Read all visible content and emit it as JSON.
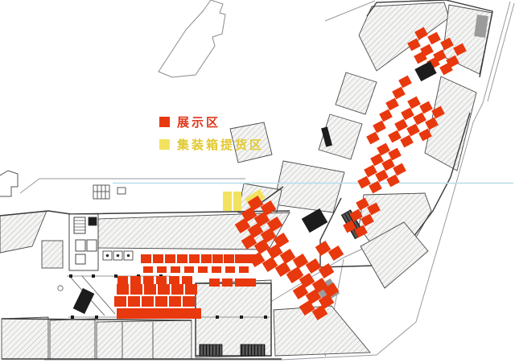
{
  "legend": {
    "items": [
      {
        "id": "exhibition",
        "label": "展示区",
        "color": "#e8380d",
        "text_color": "#e03418"
      },
      {
        "id": "container_pickup",
        "label": "集装箱提货区",
        "color": "#f2e25e",
        "text_color": "#e2c92f"
      }
    ]
  },
  "markers": {
    "exhibition": {
      "color": "#e8380d",
      "rects": [
        [
          517,
          36,
          13,
          11,
          -28
        ],
        [
          533,
          42,
          13,
          11,
          -28
        ],
        [
          549,
          49,
          13,
          11,
          -28
        ],
        [
          565,
          56,
          13,
          11,
          -28
        ],
        [
          508,
          50,
          13,
          11,
          -28
        ],
        [
          524,
          57,
          13,
          11,
          -28
        ],
        [
          540,
          64,
          13,
          11,
          -28
        ],
        [
          556,
          71,
          13,
          11,
          -28
        ],
        [
          516,
          66,
          13,
          11,
          -28
        ],
        [
          532,
          73,
          13,
          11,
          -28
        ],
        [
          548,
          80,
          13,
          11,
          -28
        ],
        [
          497,
          96,
          13,
          11,
          -28
        ],
        [
          489,
          110,
          13,
          11,
          -28
        ],
        [
          481,
          124,
          13,
          11,
          -28
        ],
        [
          473,
          138,
          13,
          11,
          -28
        ],
        [
          465,
          152,
          13,
          11,
          -28
        ],
        [
          457,
          166,
          13,
          11,
          -28
        ],
        [
          508,
          122,
          13,
          11,
          -28
        ],
        [
          500,
          136,
          13,
          11,
          -28
        ],
        [
          492,
          150,
          13,
          11,
          -28
        ],
        [
          484,
          164,
          13,
          11,
          -28
        ],
        [
          523,
          128,
          13,
          11,
          -28
        ],
        [
          515,
          142,
          13,
          11,
          -28
        ],
        [
          507,
          156,
          13,
          11,
          -28
        ],
        [
          499,
          170,
          13,
          11,
          -28
        ],
        [
          538,
          134,
          13,
          11,
          -28
        ],
        [
          530,
          148,
          13,
          11,
          -28
        ],
        [
          522,
          162,
          13,
          11,
          -28
        ],
        [
          470,
          180,
          13,
          11,
          -28
        ],
        [
          484,
          186,
          13,
          11,
          -28
        ],
        [
          462,
          193,
          13,
          11,
          -28
        ],
        [
          476,
          199,
          13,
          11,
          -28
        ],
        [
          490,
          205,
          13,
          11,
          -28
        ],
        [
          454,
          207,
          13,
          11,
          -28
        ],
        [
          468,
          213,
          13,
          11,
          -28
        ],
        [
          482,
          219,
          13,
          11,
          -28
        ],
        [
          446,
          221,
          13,
          11,
          -28
        ],
        [
          460,
          227,
          13,
          11,
          -28
        ],
        [
          444,
          248,
          13,
          11,
          -28
        ],
        [
          458,
          254,
          13,
          11,
          -28
        ],
        [
          436,
          262,
          13,
          11,
          -28
        ],
        [
          450,
          268,
          13,
          11,
          -28
        ],
        [
          428,
          276,
          13,
          11,
          -28
        ],
        [
          442,
          282,
          13,
          11,
          -28
        ],
        [
          310,
          246,
          15,
          13,
          -32
        ],
        [
          326,
          252,
          15,
          13,
          -32
        ],
        [
          302,
          260,
          15,
          13,
          -32
        ],
        [
          318,
          266,
          15,
          13,
          -32
        ],
        [
          334,
          272,
          15,
          13,
          -32
        ],
        [
          294,
          274,
          15,
          13,
          -32
        ],
        [
          310,
          280,
          15,
          13,
          -32
        ],
        [
          326,
          286,
          15,
          13,
          -32
        ],
        [
          342,
          292,
          15,
          13,
          -32
        ],
        [
          302,
          294,
          15,
          13,
          -32
        ],
        [
          318,
          300,
          15,
          13,
          -32
        ],
        [
          334,
          306,
          15,
          13,
          -32
        ],
        [
          350,
          312,
          15,
          13,
          -32
        ],
        [
          312,
          316,
          15,
          13,
          -32
        ],
        [
          328,
          322,
          15,
          13,
          -32
        ],
        [
          344,
          328,
          15,
          13,
          -32
        ],
        [
          360,
          334,
          15,
          13,
          -32
        ],
        [
          366,
          318,
          15,
          13,
          -32
        ],
        [
          382,
          324,
          15,
          13,
          -32
        ],
        [
          398,
          330,
          15,
          13,
          -32
        ],
        [
          358,
          336,
          15,
          13,
          -32
        ],
        [
          374,
          342,
          15,
          13,
          -32
        ],
        [
          390,
          348,
          15,
          13,
          -32
        ],
        [
          404,
          354,
          15,
          13,
          -32
        ],
        [
          366,
          356,
          15,
          13,
          -32
        ],
        [
          382,
          362,
          15,
          13,
          -32
        ],
        [
          398,
          368,
          15,
          13,
          -32
        ],
        [
          374,
          376,
          15,
          13,
          -32
        ],
        [
          390,
          382,
          15,
          13,
          -32
        ],
        [
          394,
          302,
          15,
          13,
          -32
        ],
        [
          410,
          308,
          15,
          13,
          -32
        ],
        [
          175,
          316,
          13,
          11,
          0
        ],
        [
          190,
          316,
          13,
          11,
          0
        ],
        [
          205,
          316,
          13,
          11,
          0
        ],
        [
          220,
          316,
          13,
          11,
          0
        ],
        [
          235,
          316,
          13,
          11,
          0
        ],
        [
          250,
          316,
          13,
          11,
          0
        ],
        [
          264,
          316,
          13,
          11,
          0
        ],
        [
          278,
          316,
          13,
          11,
          0
        ],
        [
          292,
          316,
          13,
          11,
          0
        ],
        [
          305,
          316,
          13,
          11,
          0
        ],
        [
          178,
          331,
          12,
          8,
          0
        ],
        [
          195,
          331,
          12,
          8,
          0
        ],
        [
          212,
          331,
          12,
          8,
          0
        ],
        [
          229,
          331,
          12,
          8,
          0
        ],
        [
          246,
          331,
          12,
          8,
          0
        ],
        [
          263,
          331,
          12,
          8,
          0
        ],
        [
          280,
          331,
          12,
          8,
          0
        ],
        [
          297,
          331,
          12,
          8,
          0
        ],
        [
          146,
          343,
          13,
          10,
          0
        ],
        [
          162,
          343,
          13,
          10,
          0
        ],
        [
          178,
          343,
          13,
          10,
          0
        ],
        [
          194,
          343,
          13,
          10,
          0
        ],
        [
          210,
          343,
          13,
          10,
          0
        ],
        [
          226,
          343,
          13,
          10,
          0
        ],
        [
          260,
          346,
          13,
          10,
          0
        ],
        [
          276,
          346,
          13,
          10,
          0
        ],
        [
          292,
          346,
          13,
          10,
          0
        ],
        [
          305,
          346,
          13,
          10,
          0
        ],
        [
          145,
          353,
          15,
          13,
          0
        ],
        [
          162,
          353,
          15,
          13,
          0
        ],
        [
          179,
          353,
          15,
          13,
          0
        ],
        [
          196,
          353,
          15,
          13,
          0
        ],
        [
          213,
          353,
          15,
          13,
          0
        ],
        [
          230,
          353,
          15,
          13,
          0
        ],
        [
          142,
          368,
          15,
          13,
          0
        ],
        [
          159,
          368,
          15,
          13,
          0
        ],
        [
          176,
          368,
          15,
          13,
          0
        ],
        [
          193,
          368,
          15,
          13,
          0
        ],
        [
          210,
          368,
          15,
          13,
          0
        ],
        [
          227,
          368,
          15,
          13,
          0
        ],
        [
          145,
          383,
          15,
          13,
          0
        ],
        [
          160,
          383,
          15,
          13,
          0
        ],
        [
          175,
          383,
          15,
          13,
          0
        ],
        [
          190,
          383,
          15,
          13,
          0
        ],
        [
          205,
          383,
          15,
          13,
          0
        ],
        [
          220,
          383,
          15,
          13,
          0
        ],
        [
          235,
          383,
          15,
          13,
          0
        ]
      ]
    },
    "container_pickup": {
      "color": "#f2e25e",
      "rects": [
        [
          277,
          238,
          11,
          24,
          0
        ],
        [
          290,
          238,
          10,
          24,
          0
        ],
        [
          306,
          240,
          22,
          13,
          -33
        ]
      ]
    }
  },
  "features": {
    "escalators": {
      "color": "#1c1c1c",
      "rects": [
        [
          518,
          80,
          22,
          17,
          -28
        ],
        [
          378,
          264,
          26,
          20,
          -30
        ],
        [
          96,
          360,
          16,
          28,
          26
        ]
      ]
    },
    "gray_units": {
      "color": "#9b9b9b",
      "rects": [
        [
          591,
          19,
          14,
          27,
          8
        ],
        [
          396,
          350,
          22,
          22,
          -32
        ]
      ]
    }
  },
  "lines": {
    "survey_line_color": "#b5dcec",
    "boundary_color": "#9a9a9a",
    "wall_color": "#3a3a3a"
  }
}
